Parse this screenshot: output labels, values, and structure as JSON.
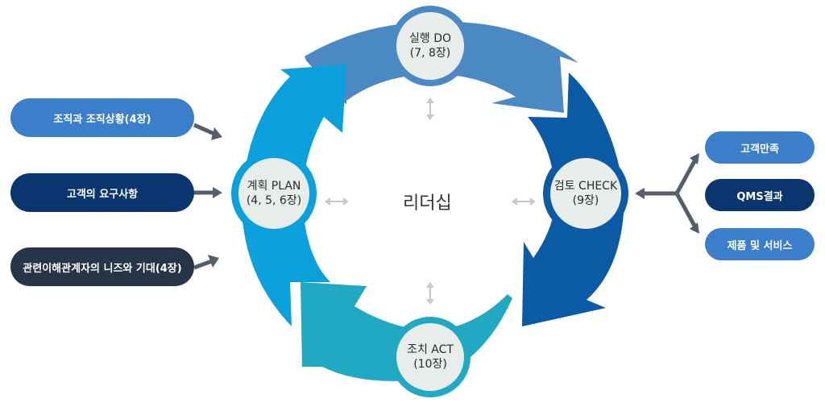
{
  "colors": {
    "do": "#4b89c5",
    "check": "#0a5aa6",
    "act": "#21a9c4",
    "plan": "#0aa0dc",
    "node_fill": "#e8eceb",
    "input_1": "#3b7fcb",
    "input_2": "#0b356e",
    "input_3": "#263548",
    "output_1": "#3b7fcb",
    "output_2": "#0b356e",
    "output_3": "#3b7fcb",
    "connector": "#555f6c",
    "inner_arrow": "#c8c8c8"
  },
  "center": {
    "label": "리더십"
  },
  "cycle": {
    "plan": {
      "title": "계획 PLAN",
      "chapters": "(4, 5, 6장)"
    },
    "do": {
      "title": "실행 DO",
      "chapters": "(7, 8장)"
    },
    "check": {
      "title": "검토 CHECK",
      "chapters": "(9장)"
    },
    "act": {
      "title": "조치 ACT",
      "chapters": "(10장)"
    }
  },
  "inputs": [
    {
      "label": "조직과 조직상황(4장)"
    },
    {
      "label": "고객의 요구사항"
    },
    {
      "label": "관련이해관계자의 니즈와 기대(4장)"
    }
  ],
  "outputs": [
    {
      "label": "고객만족"
    },
    {
      "label": "QMS결과"
    },
    {
      "label": "제품 및 서비스"
    }
  ]
}
